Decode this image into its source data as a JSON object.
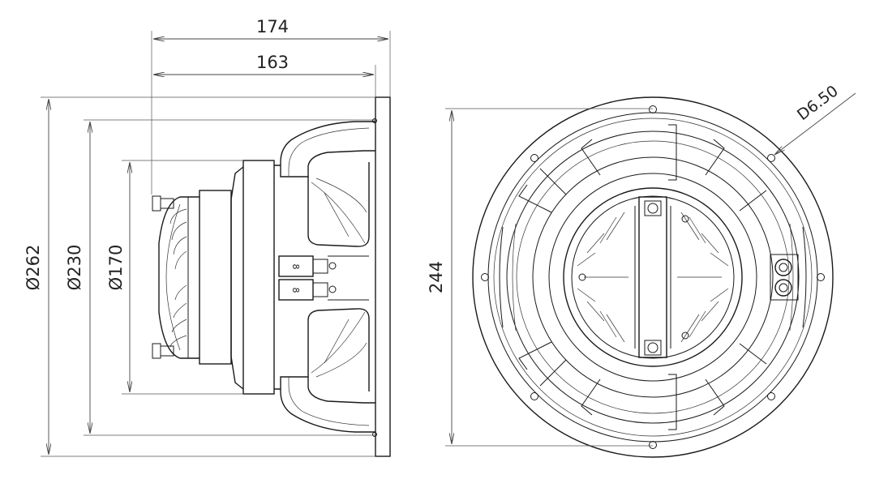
{
  "dimensions": {
    "overall_depth": "174",
    "magnet_depth": "163",
    "outer_diameter": "Ø262",
    "baffle_diameter": "Ø230",
    "magnet_diameter": "Ø170",
    "bolt_circle": "244",
    "mount_hole": "D6.50"
  },
  "terminal_marks": [
    "8",
    "8"
  ],
  "colors": {
    "line": "#1a1a1a",
    "dimension": "#444444",
    "background": "#ffffff"
  }
}
